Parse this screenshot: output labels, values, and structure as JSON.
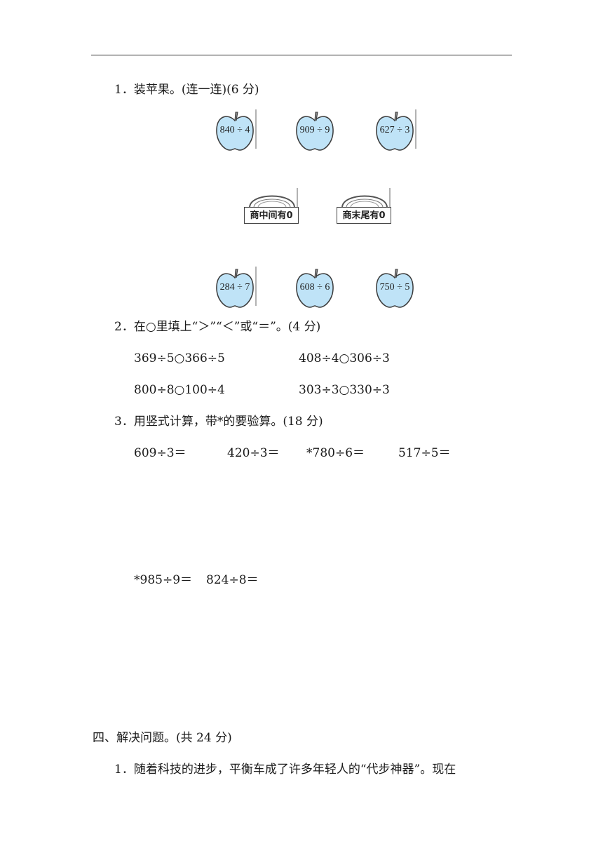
{
  "q1": {
    "title": "1．装苹果。(连一连)(6 分)",
    "top_apples": [
      "840 ÷ 4",
      "909 ÷ 9",
      "627 ÷ 3"
    ],
    "baskets": [
      "商中间有0",
      "商末尾有0"
    ],
    "bottom_apples": [
      "284 ÷ 7",
      "608 ÷ 6",
      "750 ÷ 5"
    ]
  },
  "q2": {
    "title": "2．在○里填上“＞”“＜”或“＝”。(4 分)",
    "items": [
      "369÷5○366÷5",
      "408÷4○306÷3",
      "800÷8○100÷4",
      "303÷3○330÷3"
    ]
  },
  "q3": {
    "title": "3．用竖式计算，带*的要验算。(18 分)",
    "row1": [
      "609÷3＝",
      "420÷3＝",
      "*780÷6＝",
      "517÷5＝"
    ],
    "row2": [
      "*985÷9＝",
      "824÷8＝"
    ]
  },
  "section4": {
    "heading": "四、解决问题。(共 24 分)",
    "q1_text": "1．随着科技的进步，平衡车成了许多年轻人的“代步神器”。现在"
  },
  "colors": {
    "apple_fill": "#bfe3f7",
    "apple_stroke": "#3a3a3a"
  }
}
